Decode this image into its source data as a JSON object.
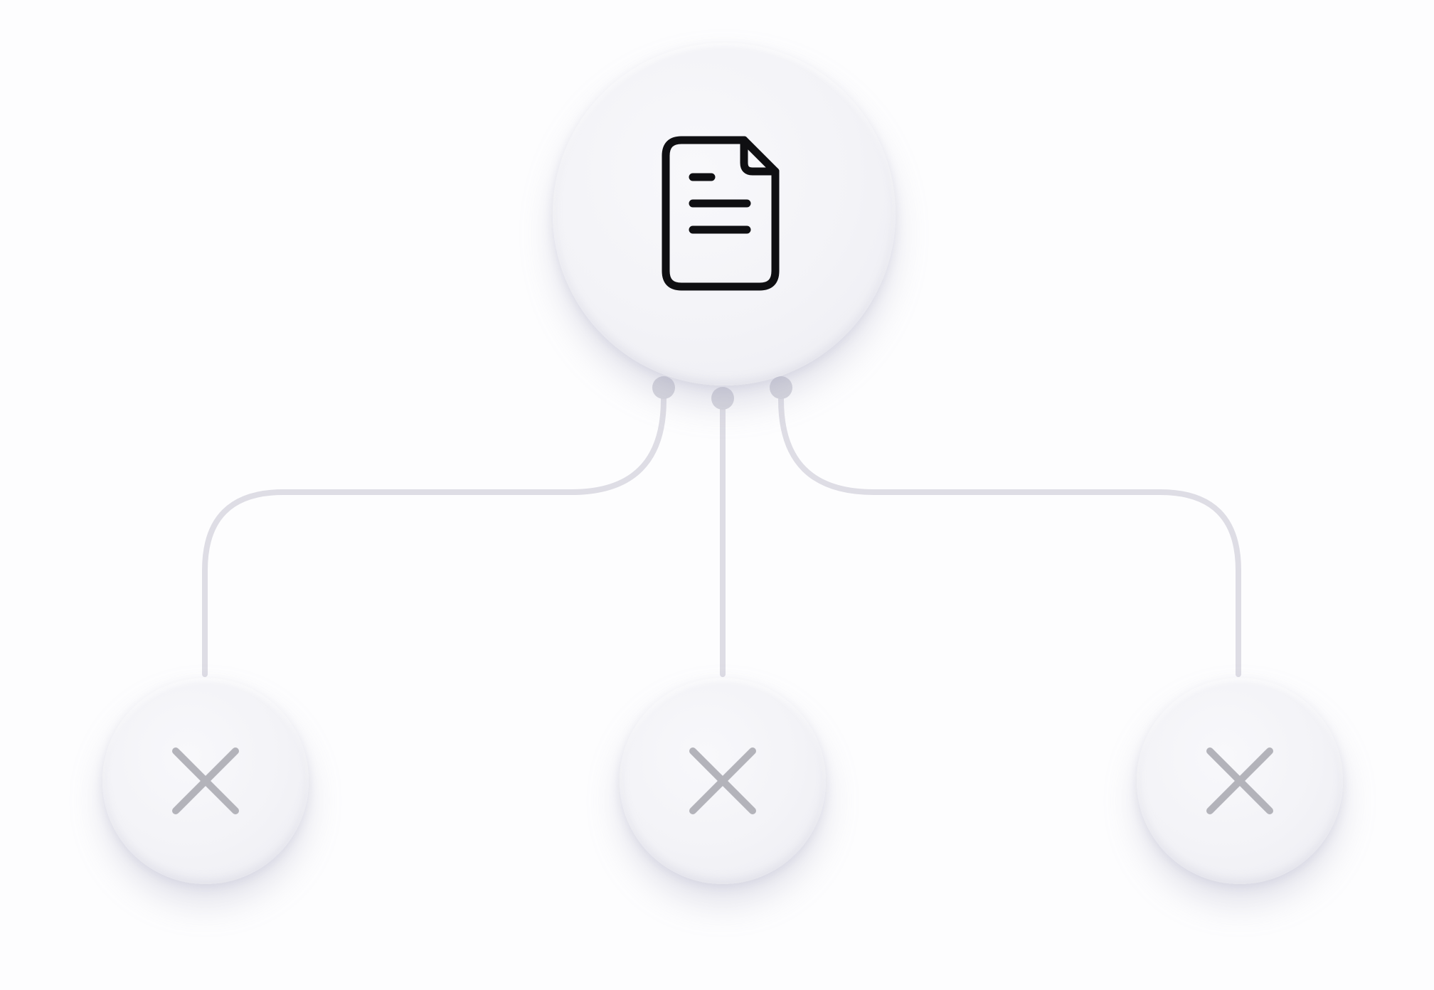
{
  "diagram": {
    "type": "tree",
    "root": {
      "icon": "document-icon"
    },
    "children": [
      {
        "icon": "close-icon",
        "status": "rejected"
      },
      {
        "icon": "close-icon",
        "status": "rejected"
      },
      {
        "icon": "close-icon",
        "status": "rejected"
      }
    ],
    "colors": {
      "background": "#fdfdfe",
      "node_fill": "#f3f3f7",
      "connector": "#dedde5",
      "document_icon": "#0f0f12",
      "close_icon": "#b3b3ba"
    }
  }
}
